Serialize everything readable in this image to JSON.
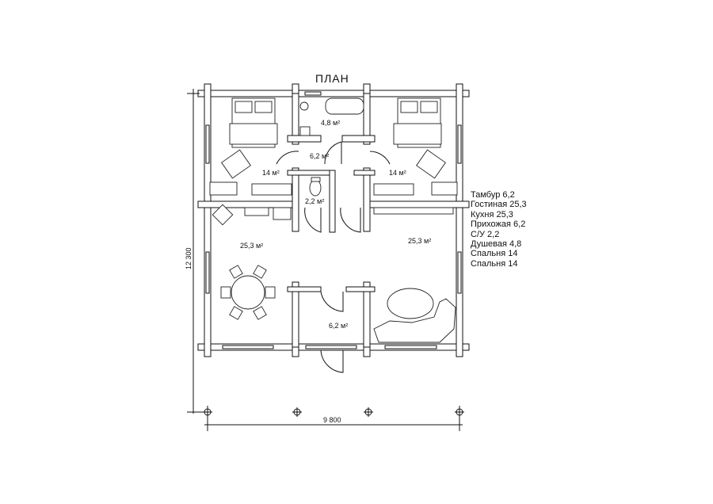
{
  "title": "ПЛАН",
  "rooms": {
    "shower": "4,8 м²",
    "hall_top": "6,2 м²",
    "bedroom_left": "14 м²",
    "bedroom_right": "14 м²",
    "wc": "2,2 м²",
    "kitchen": "25,3 м²",
    "living": "25,3 м²",
    "vestibule": "6,2 м²"
  },
  "legend": [
    "Тамбур 6,2",
    "Гостиная 25,3",
    "Кухня 25,3",
    "Прихожая 6,2",
    "С/У 2,2",
    "Душевая 4,8",
    "Спальня 14",
    "Спальня 14"
  ],
  "dimensions": {
    "width": "9 800",
    "height": "12 300"
  }
}
